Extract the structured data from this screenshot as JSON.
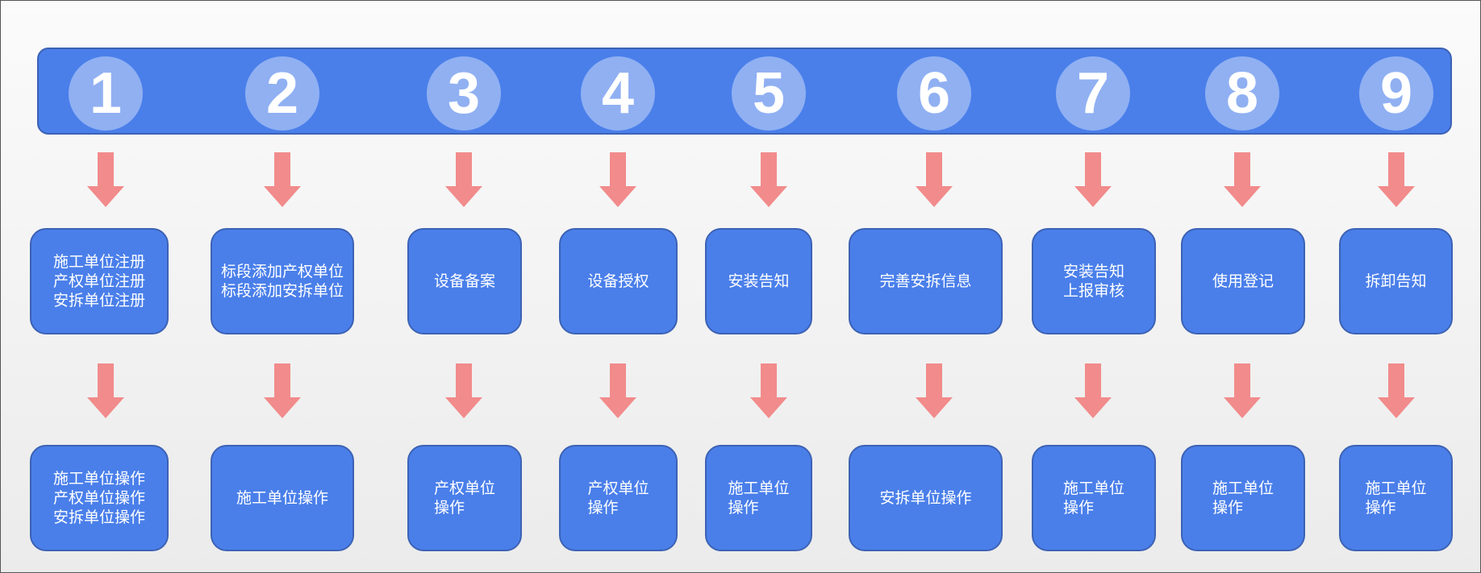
{
  "colors": {
    "bar": "#4a7fea",
    "bar_border": "#3c62b4",
    "circle": "#90b0f2",
    "box": "#4a7fea",
    "arrow": "#f28b8b",
    "text": "#ffffff"
  },
  "icons": {
    "arrow": "arrow-down-icon"
  },
  "steps": [
    {
      "number": "1",
      "task": "施工单位注册\n产权单位注册\n安拆单位注册",
      "operator": "施工单位操作\n产权单位操作\n安拆单位操作"
    },
    {
      "number": "2",
      "task": "标段添加产权单位\n标段添加安拆单位",
      "operator": "施工单位操作"
    },
    {
      "number": "3",
      "task": "设备备案",
      "operator": "产权单位\n操作"
    },
    {
      "number": "4",
      "task": "设备授权",
      "operator": "产权单位\n操作"
    },
    {
      "number": "5",
      "task": "安装告知",
      "operator": "施工单位\n操作"
    },
    {
      "number": "6",
      "task": "完善安拆信息",
      "operator": "安拆单位操作"
    },
    {
      "number": "7",
      "task": "安装告知\n上报审核",
      "operator": "施工单位\n操作"
    },
    {
      "number": "8",
      "task": "使用登记",
      "operator": "施工单位\n操作"
    },
    {
      "number": "9",
      "task": "拆卸告知",
      "operator": "施工单位\n操作"
    }
  ]
}
